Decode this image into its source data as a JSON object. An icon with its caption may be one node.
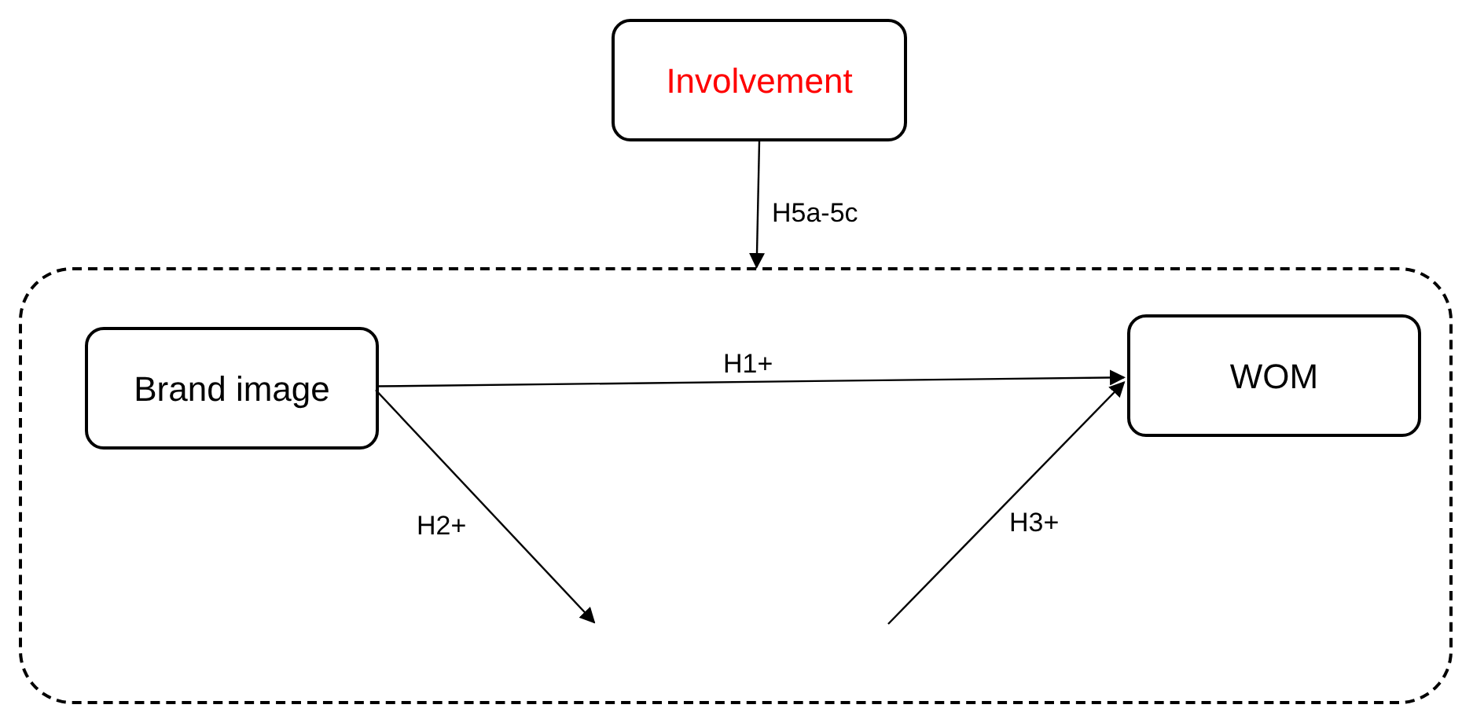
{
  "diagram": {
    "nodes": [
      {
        "text": [
          "Involvement"
        ]
      },
      {
        "text": [],
        "shape": "box"
      },
      {
        "text": [
          "Brand image"
        ],
        "in": 1
      },
      {
        "text": [
          "WOM"
        ],
        "in": 1
      }
    ],
    "edges": [
      {
        "from": 0,
        "to": 1,
        "arrow": "to",
        "label": "H5a-5c"
      },
      {
        "from": 2,
        "to": 3,
        "arrow": "to",
        "label": "H1+"
      },
      {
        "from": 2,
        "to": null,
        "arrow": "to",
        "label": "H2+"
      },
      {
        "from": null,
        "to": 3,
        "arrow": "to",
        "label": "H3+"
      }
    ]
  }
}
